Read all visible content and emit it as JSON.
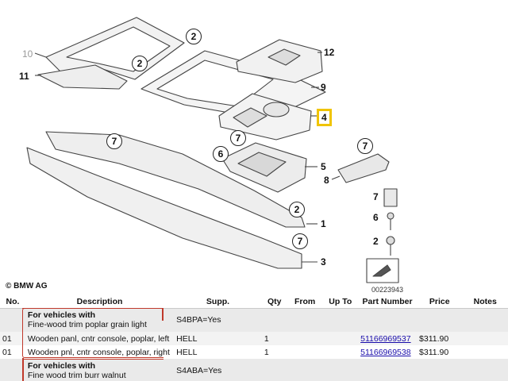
{
  "diagram": {
    "callouts": [
      "2",
      "2",
      "7",
      "7",
      "6",
      "2",
      "7",
      "7"
    ],
    "part_numbers": [
      "10",
      "11",
      "12",
      "9",
      "4",
      "5",
      "8",
      "1",
      "3"
    ],
    "legend_numbers": [
      "7",
      "6",
      "2"
    ],
    "copyright": "© BMW AG",
    "image_id": "00223943"
  },
  "table": {
    "headers": {
      "no": "No.",
      "description": "Description",
      "supp": "Supp.",
      "qty": "Qty",
      "from": "From",
      "upto": "Up To",
      "part_number": "Part Number",
      "price": "Price",
      "notes": "Notes"
    },
    "groups": [
      {
        "title": "For vehicles with",
        "subtitle": "Fine-wood trim poplar grain light",
        "supp": "S4BPA=Yes"
      },
      {
        "title": "For vehicles with",
        "subtitle": "Fine wood trim burr walnut",
        "supp": "S4ABA=Yes"
      }
    ],
    "rows": [
      {
        "no": "01",
        "description": "Wooden panl, cntr console, poplar, left",
        "supp": "HELL",
        "qty": "1",
        "from": "",
        "upto": "",
        "part_number": "51166969537",
        "price": "$311.90",
        "notes": ""
      },
      {
        "no": "01",
        "description": "Wooden pnl, cntr console, poplar, right",
        "supp": "HELL",
        "qty": "1",
        "from": "",
        "upto": "",
        "part_number": "51166969538",
        "price": "$311.90",
        "notes": ""
      }
    ]
  }
}
